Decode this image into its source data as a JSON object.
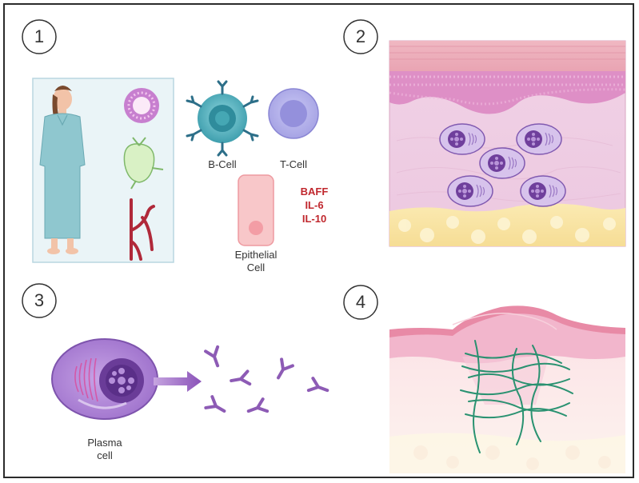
{
  "panels": [
    {
      "number": "1"
    },
    {
      "number": "2"
    },
    {
      "number": "3"
    },
    {
      "number": "4"
    }
  ],
  "labels": {
    "b_cell": "B-Cell",
    "t_cell": "T-Cell",
    "epithelial_line1": "Epithelial",
    "epithelial_line2": "Cell",
    "plasma_line1": "Plasma",
    "plasma_line2": "cell"
  },
  "cytokines": [
    "BAFF",
    "IL-6",
    "IL-10"
  ],
  "colors": {
    "cytokine_text": "#c0272d",
    "b_cell": "#46a6b4",
    "t_cell": "#a9a6e6",
    "epithelial": "#f7c1c4",
    "plasma_cell": "#9b6fc7",
    "antibody": "#8d5bb5",
    "fibrosis": "#1f8e6b"
  }
}
